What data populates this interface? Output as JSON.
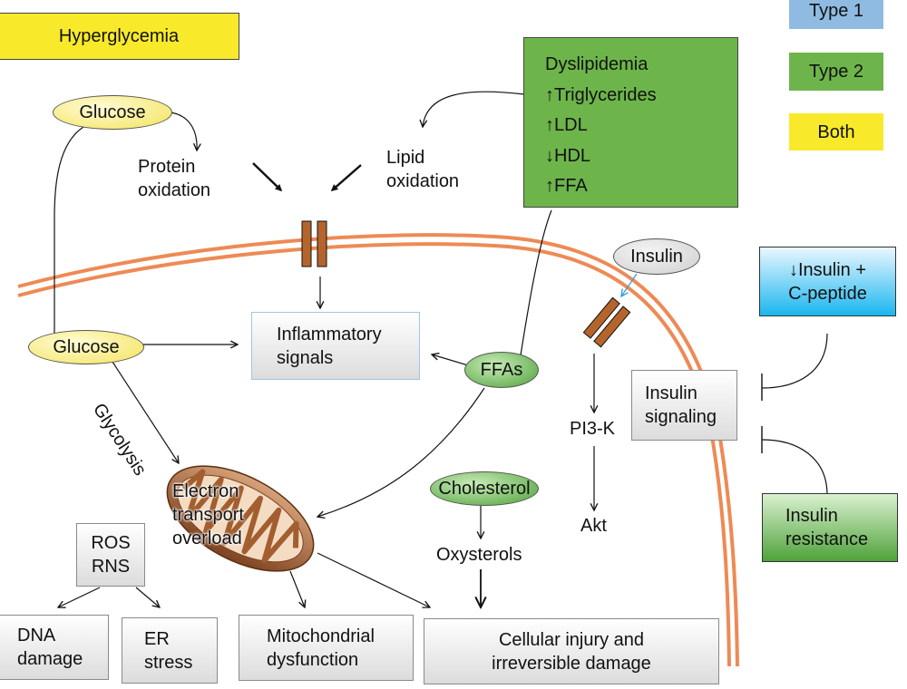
{
  "legend": {
    "type1": "Type 1",
    "type2": "Type 2",
    "both": "Both"
  },
  "colors": {
    "type1": "#8fbbe3",
    "type2": "#6db54a",
    "both": "#f8ea2a",
    "membrane": "#ee8a55",
    "mitochondria": "#9a5a2e",
    "channel": "#b5652c"
  },
  "hyperglycemia": "Hyperglycemia",
  "dyslipidemia": {
    "title": "Dyslipidemia",
    "items": [
      "↑Triglycerides",
      "↑LDL",
      "↓HDL",
      "↑FFA"
    ]
  },
  "glucose_top": "Glucose",
  "glucose_mid": "Glucose",
  "protein_oxidation": [
    "Protein",
    "oxidation"
  ],
  "lipid_oxidation": [
    "Lipid",
    "oxidation"
  ],
  "inflammatory_signals": [
    "Inflammatory",
    "signals"
  ],
  "ffas": "FFAs",
  "insulin": "Insulin",
  "insulin_cpeptide": [
    "↓Insulin +",
    "C-peptide"
  ],
  "insulin_signaling": [
    "Insulin",
    "signaling"
  ],
  "insulin_resistance": [
    "Insulin",
    "resistance"
  ],
  "glycolysis": "Glycolysis",
  "electron_transport": [
    "Electron",
    "transport",
    "overload"
  ],
  "ros_rns": [
    "ROS",
    "RNS"
  ],
  "pi3k": "PI3-K",
  "akt": "Akt",
  "cholesterol": "Cholesterol",
  "oxysterols": "Oxysterols",
  "dna_damage": [
    "DNA",
    "damage"
  ],
  "er_stress": [
    "ER",
    "stress"
  ],
  "mito_dysfunction": [
    "Mitochondrial",
    "dysfunction"
  ],
  "cellular_injury": [
    "Cellular injury and",
    "irreversible damage"
  ]
}
